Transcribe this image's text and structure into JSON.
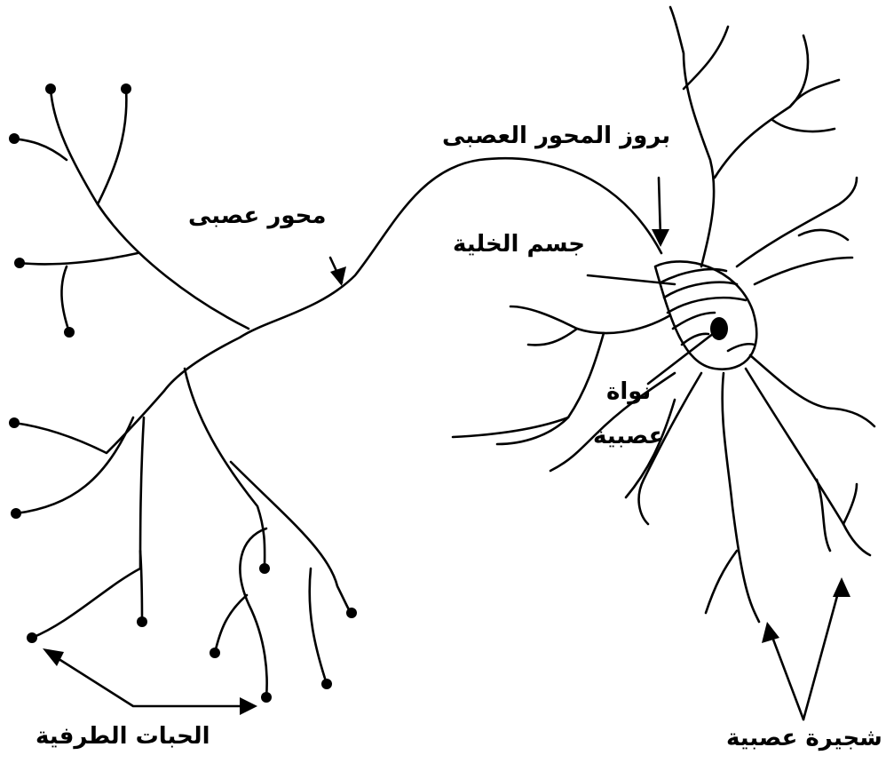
{
  "colors": {
    "ink": "#000000",
    "background": "#ffffff"
  },
  "labels": {
    "axon_hillock": "بروز المحور العصبى",
    "axon": "محور عصبى",
    "cell_body": "جسم الخلية",
    "nucleus_line1": "نواة",
    "nucleus_line2": "عصبية",
    "terminal_buttons": "الحبات الطرفية",
    "dendrite": "شجيرة عصبية"
  }
}
